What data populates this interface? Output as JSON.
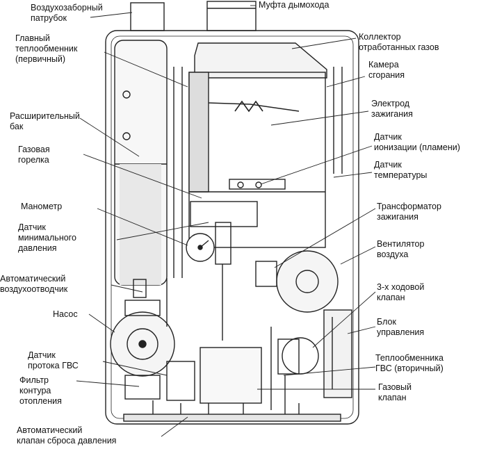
{
  "labels": {
    "air_intake": [
      "Воздухозаборный",
      "патрубок"
    ],
    "flue_coupling": [
      "Муфта дымохода"
    ],
    "main_hex": [
      "Главный",
      "теплообменник",
      "(первичный)"
    ],
    "flue_collector": [
      "Коллектор",
      "отработанных газов"
    ],
    "combustion_chamber": [
      "Камера",
      "сгорания"
    ],
    "expansion_tank": [
      "Расширительный",
      "бак"
    ],
    "ignition_electrode": [
      "Электрод",
      "зажигания"
    ],
    "gas_burner": [
      "Газовая",
      "горелка"
    ],
    "ionization_sensor": [
      "Датчик",
      "ионизации (пламени)"
    ],
    "temperature_sensor": [
      "Датчик",
      "температуры"
    ],
    "manometer": [
      "Манометр"
    ],
    "min_pressure_sensor": [
      "Датчик",
      "минимального",
      "давления"
    ],
    "ignition_transformer": [
      "Трансформатор",
      "зажигания"
    ],
    "air_fan": [
      "Вентилятор",
      "воздуха"
    ],
    "auto_air_vent": [
      "Автоматический",
      "воздухоотводчик"
    ],
    "three_way_valve": [
      "3-х ходовой",
      "клапан"
    ],
    "pump": [
      "Насос"
    ],
    "control_unit": [
      "Блок",
      "управления"
    ],
    "dhw_flow_sensor": [
      "Датчик",
      "протока ГВС"
    ],
    "dhw_hex": [
      "Теплообменника",
      "ГВС (вторичный)"
    ],
    "heating_filter": [
      "Фильтр",
      "контура",
      "отопления"
    ],
    "gas_valve": [
      "Газовый",
      "клапан"
    ],
    "pressure_relief_valve": [
      "Автоматический",
      "клапан сброса давления"
    ]
  }
}
